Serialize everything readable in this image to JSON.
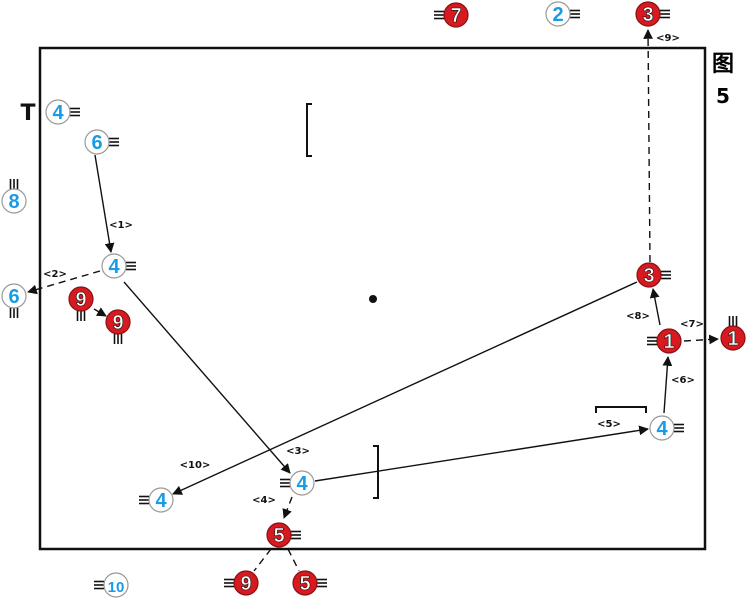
{
  "figure": {
    "label_char": "图",
    "label_num": "5"
  },
  "colors": {
    "blue": "#1a9be6",
    "red": "#d71920",
    "line": "#111111",
    "bg": "#ffffff"
  },
  "players": [
    {
      "id": "b4-top",
      "num": "4",
      "team": "blue",
      "marker": "T",
      "markerSide": "left",
      "lines": "right"
    },
    {
      "id": "b6-top",
      "num": "6",
      "team": "blue",
      "lines": "right"
    },
    {
      "id": "b8",
      "num": "8",
      "team": "blue",
      "lines": "top"
    },
    {
      "id": "b4-mid",
      "num": "4",
      "team": "blue",
      "lines": "right"
    },
    {
      "id": "b6-left",
      "num": "6",
      "team": "blue",
      "lines": "bottom"
    },
    {
      "id": "r9-a",
      "num": "9",
      "team": "red",
      "lines": "bottom"
    },
    {
      "id": "r9-b",
      "num": "9",
      "team": "red",
      "lines": "bottom"
    },
    {
      "id": "b4-bl",
      "num": "4",
      "team": "blue",
      "lines": "left"
    },
    {
      "id": "b4-c",
      "num": "4",
      "team": "blue",
      "lines": "left"
    },
    {
      "id": "r5-a",
      "num": "5",
      "team": "red",
      "lines": "right"
    },
    {
      "id": "r9-c",
      "num": "9",
      "team": "red",
      "lines": "left"
    },
    {
      "id": "r5-b",
      "num": "5",
      "team": "red",
      "lines": "right"
    },
    {
      "id": "b10",
      "num": "10",
      "team": "blue",
      "lines": "left"
    },
    {
      "id": "b4-r",
      "num": "4",
      "team": "blue",
      "lines": "right"
    },
    {
      "id": "r1-a",
      "num": "1",
      "team": "red",
      "lines": "left"
    },
    {
      "id": "r1-b",
      "num": "1",
      "team": "red",
      "lines": "top"
    },
    {
      "id": "r3-mid",
      "num": "3",
      "team": "red",
      "lines": "right"
    },
    {
      "id": "r3-top",
      "num": "3",
      "team": "red",
      "lines": "right"
    },
    {
      "id": "r7-top",
      "num": "7",
      "team": "red",
      "lines": "left"
    },
    {
      "id": "b2-top",
      "num": "2",
      "team": "blue",
      "lines": "right"
    }
  ],
  "labels": [
    "<1>",
    "<2>",
    "<3>",
    "<4>",
    "<5>",
    "<6>",
    "<7>",
    "<8>",
    "<9>",
    "<10>"
  ]
}
